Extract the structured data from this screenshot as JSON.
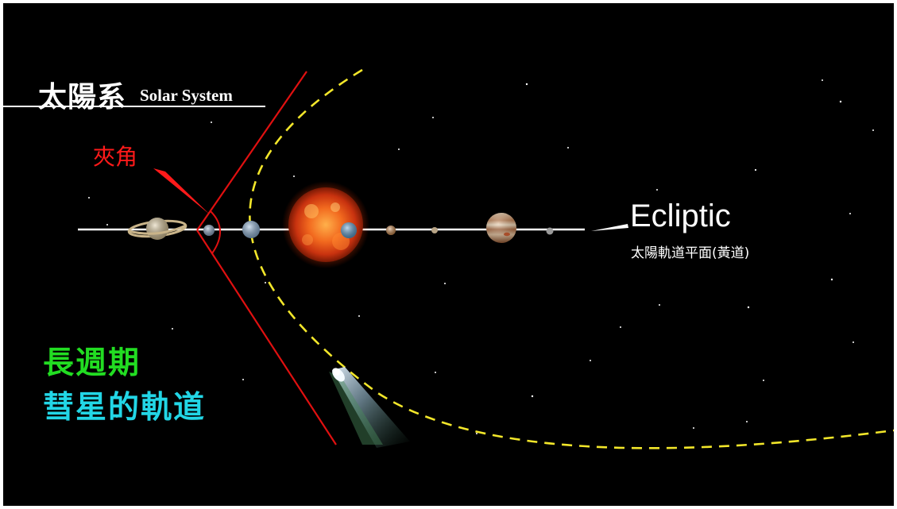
{
  "title": {
    "chinese": "太陽系",
    "english": "Solar System"
  },
  "angle_label": "夾角",
  "ecliptic": {
    "label": "Ecliptic",
    "sublabel": "太陽軌道平面(黃道)"
  },
  "caption": {
    "line1": "長週期",
    "line2": "彗星的軌道"
  },
  "colors": {
    "background": "#000000",
    "ecliptic_line": "#ffffff",
    "angle_lines": "#e01010",
    "angle_label": "#ff1a1a",
    "comet_orbit": "#f2e62a",
    "caption_line1": "#22dd22",
    "caption_line2": "#22d6e6",
    "sun": "#e8531a"
  },
  "bodies": [
    {
      "name": "saturn-icon",
      "color": "#d8c497"
    },
    {
      "name": "mercury-icon",
      "color": "#8fa7c4"
    },
    {
      "name": "venus-icon",
      "color": "#8fb4d8"
    },
    {
      "name": "sun-icon",
      "color": "#e8531a"
    },
    {
      "name": "earth-icon",
      "color": "#5f9fd0"
    },
    {
      "name": "mars-icon",
      "color": "#c9894e"
    },
    {
      "name": "moon-icon",
      "color": "#b8a486"
    },
    {
      "name": "jupiter-icon",
      "color": "#c9905f"
    },
    {
      "name": "uranus-icon",
      "color": "#9a9a9a"
    }
  ]
}
